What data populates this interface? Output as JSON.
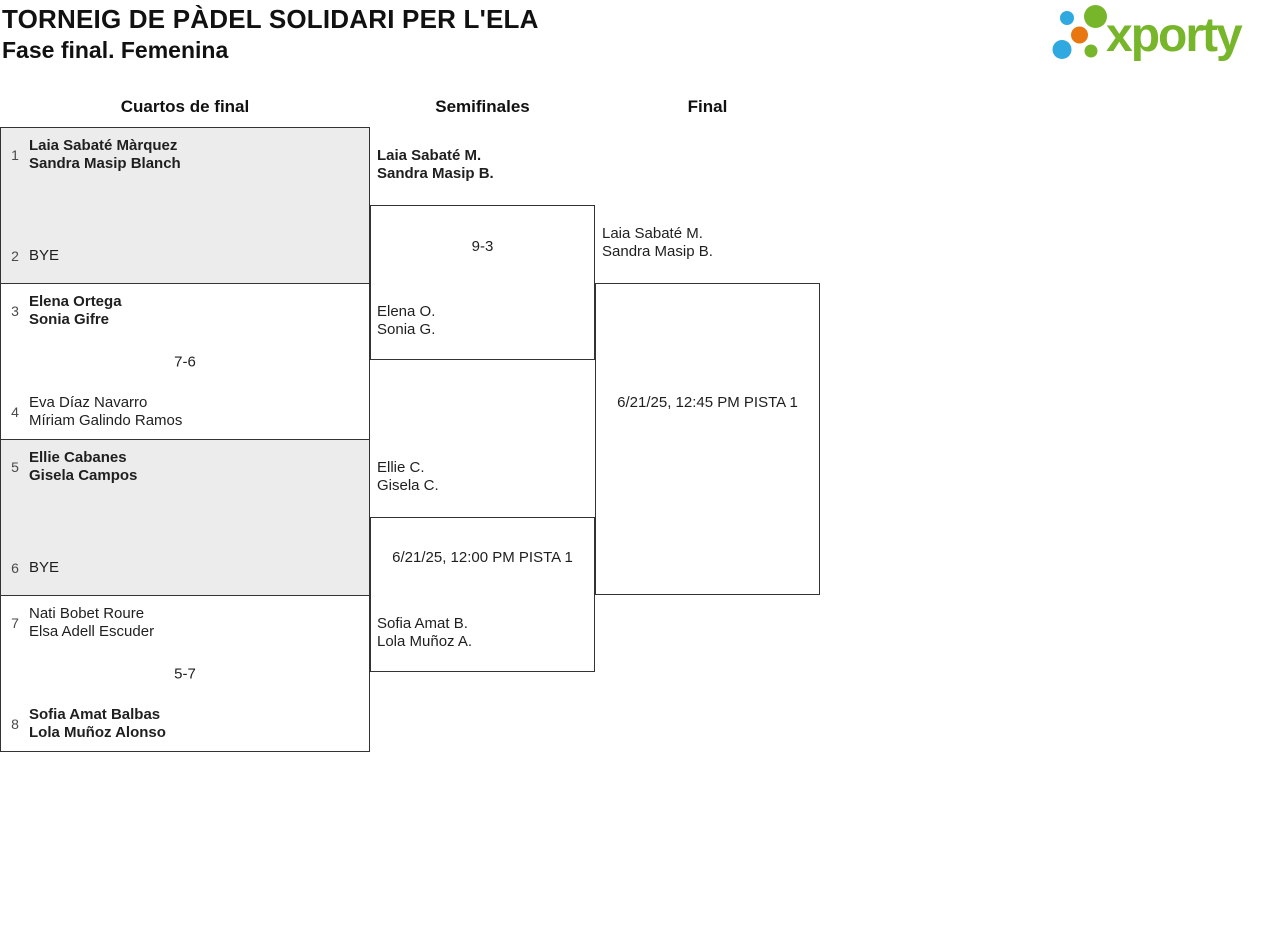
{
  "header": {
    "title": "TORNEIG DE PÀDEL SOLIDARI PER L'ELA",
    "subtitle": "Fase final. Femenina"
  },
  "logo": {
    "brand": "xporty",
    "colors": {
      "green": "#77b62a",
      "blue": "#2fa9e0",
      "orange": "#e87711"
    }
  },
  "columns": [
    {
      "label": "Cuartos de final"
    },
    {
      "label": "Semifinales"
    },
    {
      "label": "Final"
    }
  ],
  "quarterfinals": [
    {
      "top": {
        "seed": "1",
        "names": [
          "Laia Sabaté Màrquez",
          "Sandra Masip Blanch"
        ],
        "winner": true
      },
      "bottom": {
        "seed": "2",
        "names": [
          "BYE"
        ],
        "winner": false
      }
    },
    {
      "top": {
        "seed": "3",
        "names": [
          "Elena Ortega",
          "Sonia Gifre"
        ],
        "winner": true
      },
      "bottom": {
        "seed": "4",
        "names": [
          "Eva Díaz Navarro",
          "Míriam Galindo Ramos"
        ],
        "winner": false
      },
      "score": "7-6"
    },
    {
      "top": {
        "seed": "5",
        "names": [
          "Ellie Cabanes",
          "Gisela Campos"
        ],
        "winner": true
      },
      "bottom": {
        "seed": "6",
        "names": [
          "BYE"
        ],
        "winner": false
      }
    },
    {
      "top": {
        "seed": "7",
        "names": [
          "Nati Bobet Roure",
          "Elsa Adell Escuder"
        ],
        "winner": false
      },
      "bottom": {
        "seed": "8",
        "names": [
          "Sofia Amat Balbas",
          "Lola Muñoz Alonso"
        ],
        "winner": true
      },
      "score": "5-7"
    }
  ],
  "semifinals": [
    {
      "top": {
        "names": [
          "Laia Sabaté M.",
          "Sandra Masip B."
        ],
        "winner": true
      },
      "bottom": {
        "names": [
          "Elena O.",
          "Sonia G."
        ],
        "winner": false
      },
      "score": "9-3"
    },
    {
      "top": {
        "names": [
          "Ellie C.",
          "Gisela C."
        ],
        "winner": false
      },
      "bottom": {
        "names": [
          "Sofia Amat B.",
          "Lola Muñoz A."
        ],
        "winner": false
      },
      "schedule": "6/21/25, 12:00 PM PISTA 1"
    }
  ],
  "final": {
    "top": {
      "names": [
        "Laia Sabaté M.",
        "Sandra Masip B."
      ],
      "winner": false
    },
    "schedule": "6/21/25, 12:45 PM PISTA 1"
  }
}
